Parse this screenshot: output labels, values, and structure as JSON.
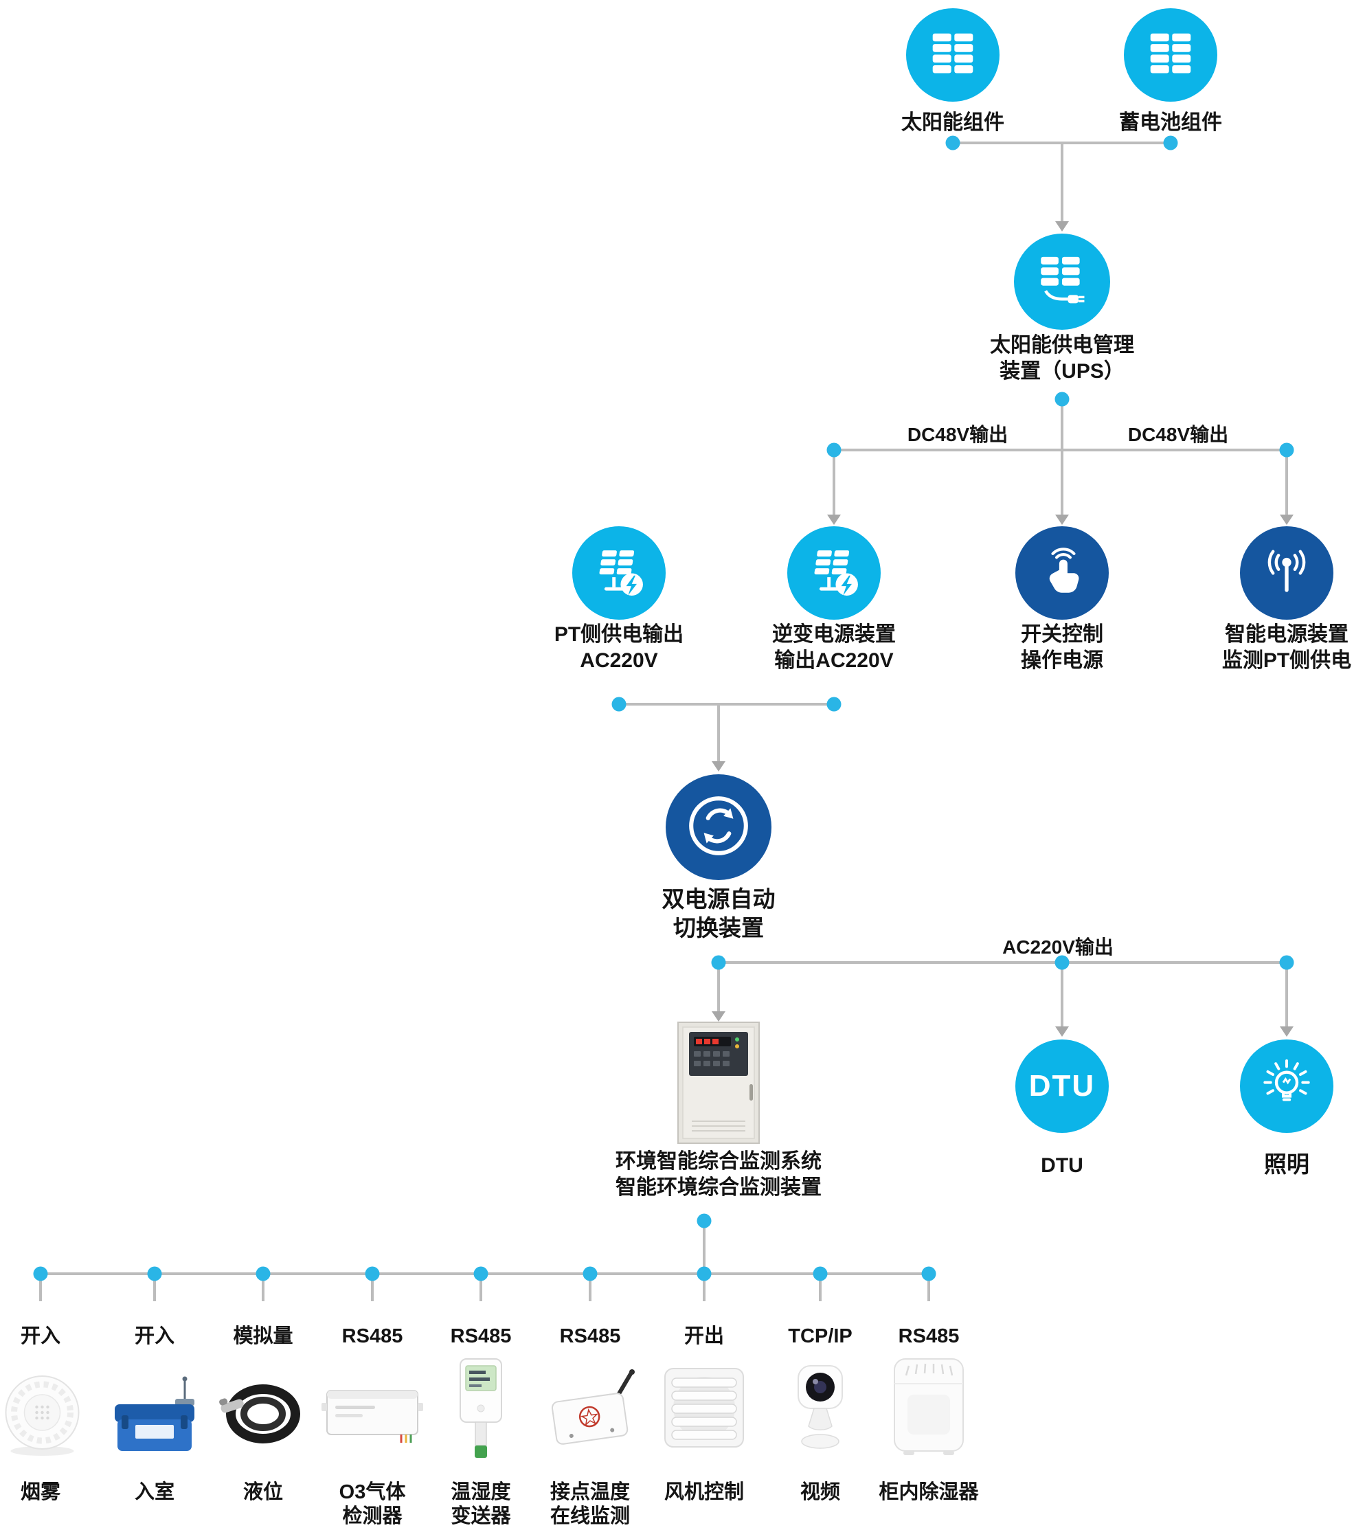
{
  "colors": {
    "node_cyan": "#0cb4e8",
    "node_dark_blue": "#15569f",
    "connector_gray": "#bcbcbc",
    "junction_dot_cyan": "#2ab5e6"
  },
  "nodes": {
    "solar": {
      "label": "太阳能组件",
      "icon": "solar-panel-icon"
    },
    "battery": {
      "label": "蓄电池组件",
      "icon": "battery-panel-icon"
    },
    "ups": {
      "label_line1": "太阳能供电管理",
      "label_line2": "装置（UPS）",
      "icon": "solar-ups-plug-icon"
    },
    "pt_output": {
      "label_line1": "PT侧供电输出",
      "label_line2": "AC220V",
      "icon": "solar-bolt-icon"
    },
    "inverter": {
      "label_line1": "逆变电源装置",
      "label_line2": "输出AC220V",
      "icon": "solar-bolt-icon"
    },
    "switch_control": {
      "label_line1": "开关控制",
      "label_line2": "操作电源",
      "icon": "touch-hand-icon"
    },
    "smart_power": {
      "label_line1": "智能电源装置",
      "label_line2": "监测PT侧供电",
      "icon": "antenna-icon"
    },
    "dual_power": {
      "label_line1": "双电源自动",
      "label_line2": "切换装置",
      "icon": "transfer-cycle-icon"
    },
    "monitor": {
      "label_line1": "环境智能综合监测系统",
      "label_line2": "智能环境综合监测装置",
      "image": "monitor-cabinet-photo"
    },
    "dtu": {
      "circle_text": "DTU",
      "label": "DTU"
    },
    "lighting": {
      "label": "照明",
      "icon": "light-bulb-icon"
    }
  },
  "edge_labels": {
    "dc48v_left": "DC48V输出",
    "dc48v_right": "DC48V输出",
    "ac220v": "AC220V输出"
  },
  "branches": [
    {
      "port": "开入",
      "device_line1": "烟雾",
      "image": "smoke-detector-photo"
    },
    {
      "port": "开入",
      "device_line1": "入室",
      "image": "entry-sensor-photo"
    },
    {
      "port": "模拟量",
      "device_line1": "液位",
      "image": "level-sensor-photo"
    },
    {
      "port": "RS485",
      "device_line1": "O3气体",
      "device_line2": "检测器",
      "image": "o3-gas-detector-photo"
    },
    {
      "port": "RS485",
      "device_line1": "温湿度",
      "device_line2": "变送器",
      "image": "temp-humidity-transmitter-photo"
    },
    {
      "port": "RS485",
      "device_line1": "接点温度",
      "device_line2": "在线监测",
      "image": "contact-temperature-monitor-photo"
    },
    {
      "port": "开出",
      "device_line1": "风机控制",
      "image": "fan-louver-photo"
    },
    {
      "port": "TCP/IP",
      "device_line1": "视频",
      "image": "camera-photo"
    },
    {
      "port": "RS485",
      "device_line1": "柜内除湿器",
      "image": "dehumidifier-photo"
    }
  ]
}
